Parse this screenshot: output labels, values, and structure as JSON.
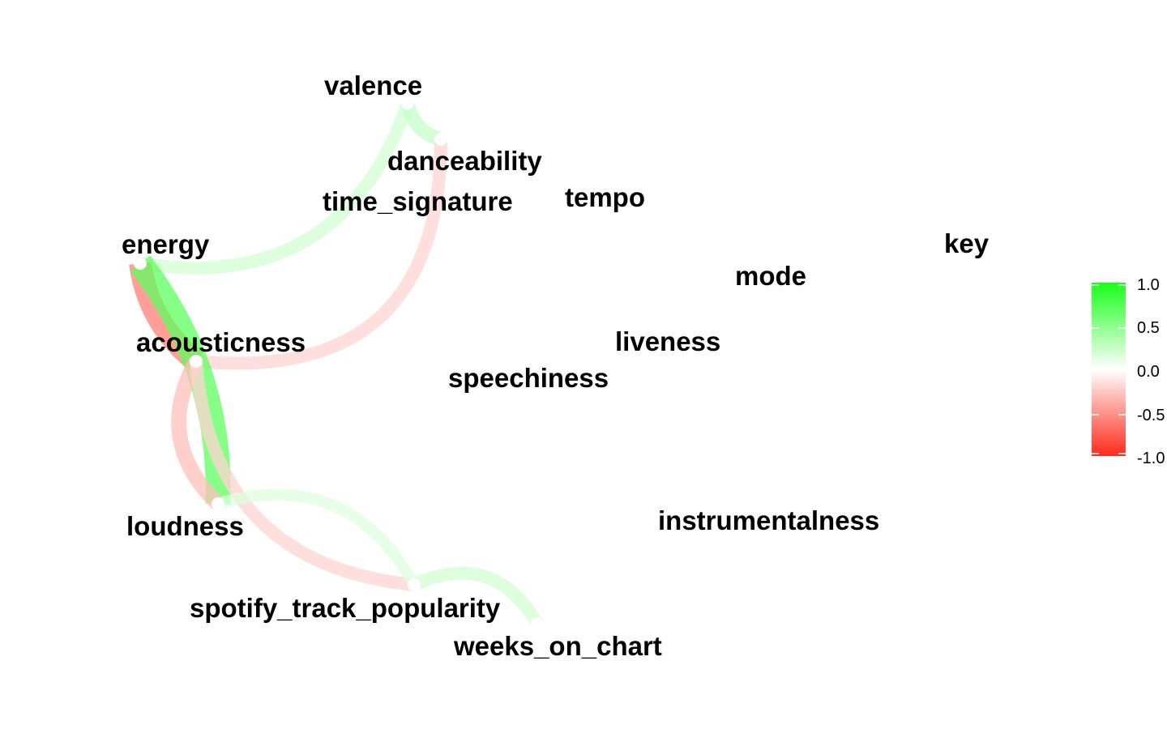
{
  "chart_data": {
    "type": "network",
    "variables": [
      "valence",
      "danceability",
      "time_signature",
      "tempo",
      "energy",
      "key",
      "mode",
      "acousticness",
      "liveness",
      "speechiness",
      "loudness",
      "instrumentalness",
      "spotify_track_popularity",
      "weeks_on_chart"
    ],
    "edges": [
      {
        "from": "energy",
        "to": "valence",
        "r": 0.2
      },
      {
        "from": "valence",
        "to": "danceability",
        "r": 0.25
      },
      {
        "from": "danceability",
        "to": "acousticness",
        "r": -0.2
      },
      {
        "from": "energy",
        "to": "acousticness",
        "r": -0.6
      },
      {
        "from": "energy",
        "to": "loudness",
        "r": 0.7
      },
      {
        "from": "acousticness",
        "to": "loudness",
        "r": -0.3
      },
      {
        "from": "acousticness",
        "to": "spotify_track_popularity",
        "r": -0.2
      },
      {
        "from": "loudness",
        "to": "spotify_track_popularity",
        "r": 0.15
      },
      {
        "from": "spotify_track_popularity",
        "to": "weeks_on_chart",
        "r": 0.2
      }
    ],
    "legend": {
      "ticks": [
        "1.0",
        "0.5",
        "0.0",
        "-0.5",
        "-1.0"
      ],
      "low_color": "#ff2a1a",
      "mid_color": "#ffffff",
      "high_color": "#19ff19",
      "placement": "right"
    }
  }
}
